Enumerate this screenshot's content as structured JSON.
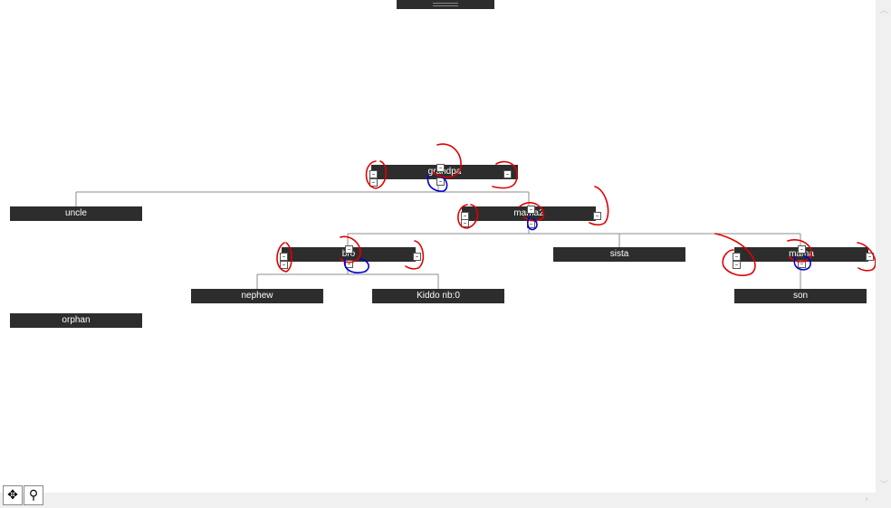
{
  "nodes": {
    "grandpa": {
      "label": "grandpa"
    },
    "uncle": {
      "label": "uncle"
    },
    "mama2": {
      "label": "mama2"
    },
    "bro": {
      "label": "bro"
    },
    "sista": {
      "label": "sista"
    },
    "mama": {
      "label": "mama"
    },
    "nephew": {
      "label": "nephew"
    },
    "kiddo": {
      "label": "Kiddo nb:0"
    },
    "son": {
      "label": "son"
    },
    "orphan": {
      "label": "orphan"
    }
  },
  "node_buttons": {
    "collapse_glyph": "–"
  },
  "scrollbars": {
    "up_glyph": "︿",
    "down_glyph": "﹀",
    "right_glyph": "›"
  },
  "toolbar": {
    "pan_icon": "✥",
    "zoom_icon": "⚲"
  },
  "colors": {
    "node_bg": "#2d2d2d",
    "node_text": "#ffffff",
    "edge": "#8c8c8c",
    "annotation_red": "#e00000",
    "annotation_blue": "#0000d0"
  }
}
